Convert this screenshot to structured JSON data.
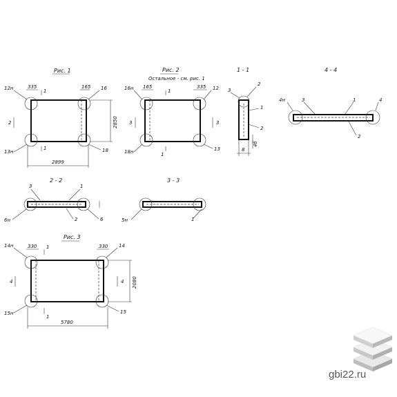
{
  "fig1": {
    "title": "Рис. 1",
    "tl": "12н",
    "tr": "16",
    "bl": "13н",
    "br": "18",
    "dim_tl": "335",
    "dim_tr": "165",
    "section": "1",
    "section_side": "2",
    "width": "2899",
    "height": "2850"
  },
  "fig2": {
    "title": "Рис. 2",
    "subtitle": "Остальное - см. рис. 1",
    "tl": "16н",
    "tr": "12",
    "bl": "18н",
    "br": "13",
    "dim_tl": "165",
    "dim_tr": "335",
    "section": "1",
    "section_side_l": "3",
    "section_side_r": "3"
  },
  "sec11": {
    "title": "1 - 1",
    "c1": "3",
    "c2": "2",
    "c3": "1",
    "c4": "2",
    "dim_b": "8",
    "dim_side": "4б"
  },
  "sec44": {
    "title": "4 - 4",
    "c_l": "4н",
    "c_3": "3",
    "c_1": "1",
    "c_4": "4",
    "c_2": "2"
  },
  "sec22": {
    "title": "2 - 2",
    "c3": "3",
    "c1": "1",
    "c_bl": "6н",
    "c_2": "2",
    "c_br": "6"
  },
  "sec33": {
    "title": "3 - 3",
    "c_bl": "5н",
    "c_br": "1"
  },
  "fig3": {
    "title": "Рис. 3",
    "tl": "14н",
    "tr": "14",
    "bl": "15н",
    "br": "15",
    "dim_tl": "330",
    "dim_tr": "330",
    "section": "1",
    "section_side": "4",
    "width": "5780",
    "height": "2080"
  },
  "watermark": "gbi22.ru"
}
